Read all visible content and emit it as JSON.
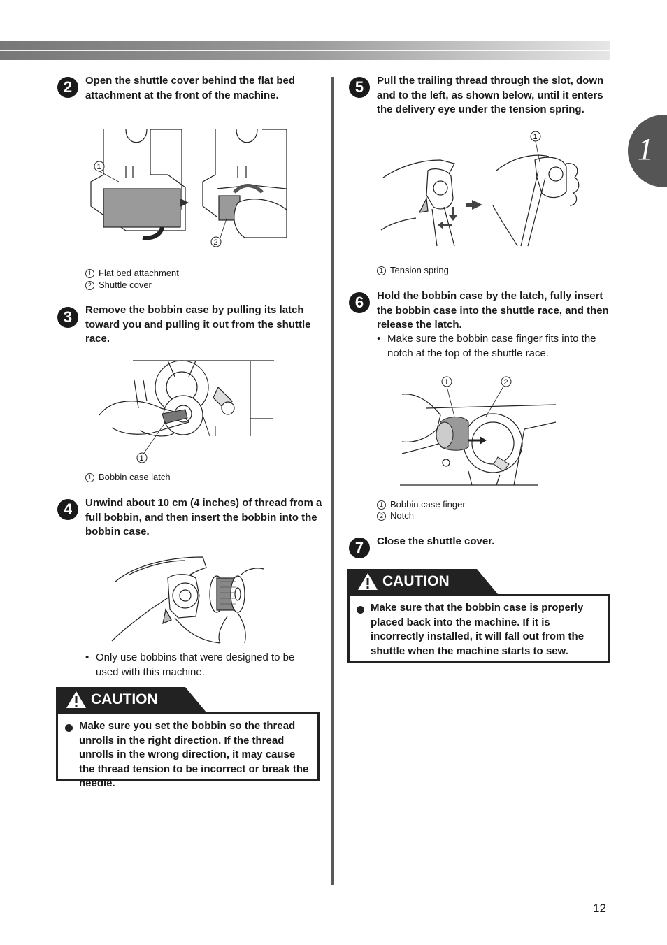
{
  "chapter_tab": "1",
  "page_number": "12",
  "steps": {
    "s2": {
      "num": "2",
      "text": "Open the shuttle cover behind the flat bed attachment at the front of the machine.",
      "captions": [
        {
          "n": "1",
          "label": "Flat bed attachment"
        },
        {
          "n": "2",
          "label": "Shuttle cover"
        }
      ]
    },
    "s3": {
      "num": "3",
      "text": "Remove the bobbin case by pulling its latch toward you and pulling it out from the shuttle race.",
      "captions": [
        {
          "n": "1",
          "label": "Bobbin case latch"
        }
      ]
    },
    "s4": {
      "num": "4",
      "text": "Unwind about 10 cm (4 inches) of thread from a full bobbin, and then insert the bobbin into the bobbin case.",
      "bullet": "Only use bobbins that were designed to be used with this machine."
    },
    "s5": {
      "num": "5",
      "text": "Pull the trailing thread through the slot, down and to the left, as shown below, until it enters the delivery eye under the tension spring.",
      "captions": [
        {
          "n": "1",
          "label": "Tension spring"
        }
      ]
    },
    "s6": {
      "num": "6",
      "text": "Hold the bobbin case by the latch, fully insert the bobbin case into the shuttle race, and then release the latch.",
      "bullet": "Make sure the bobbin case finger fits into the notch at the top of the shuttle race.",
      "captions": [
        {
          "n": "1",
          "label": "Bobbin case finger"
        },
        {
          "n": "2",
          "label": "Notch"
        }
      ]
    },
    "s7": {
      "num": "7",
      "text": "Close the shuttle cover."
    }
  },
  "cautions": {
    "left": {
      "label": "CAUTION",
      "text": "Make sure you set the bobbin so the thread unrolls in the right direction. If the thread unrolls in the wrong direction, it may cause the thread tension to be incorrect or break the needle."
    },
    "right": {
      "label": "CAUTION",
      "text": "Make sure that the bobbin case is properly placed back into the machine. If it is incorrectly installed, it will fall out from the shuttle when the machine starts to sew."
    }
  },
  "figure_callouts": {
    "one": "1",
    "two": "2"
  }
}
